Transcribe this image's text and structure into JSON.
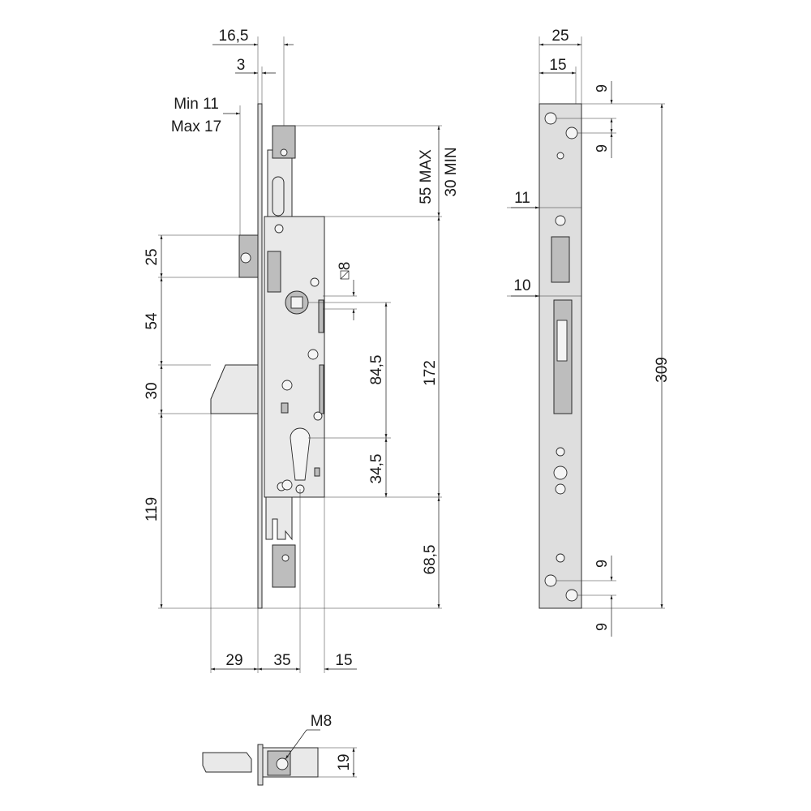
{
  "front_view": {
    "dims": {
      "top_width": "16,5",
      "face_thickness": "3",
      "backset_min": "Min 11",
      "backset_max": "Max 17",
      "bolt_stroke_max": "55 MAX",
      "bolt_stroke_min": "30 MIN",
      "deadbolt_height": "25",
      "deadbolt_to_latch": "54",
      "latch_height": "30",
      "latch_to_bottom": "119",
      "square_spindle": "8",
      "spindle_to_cylinder": "84,5",
      "body_height": "172",
      "cylinder_to_body_bottom": "34,5",
      "bottom_extension": "68,5",
      "latch_projection": "29",
      "backset": "35",
      "body_rear": "15"
    }
  },
  "side_view": {
    "dims": {
      "faceplate_width": "25",
      "inner_width": "15",
      "hole_offset_top_a": "9",
      "hole_offset_top_b": "9",
      "upper_slot": "11",
      "lower_slot": "10",
      "faceplate_length": "309",
      "hole_offset_bottom_a": "9",
      "hole_offset_bottom_b": "9"
    }
  },
  "bottom_view": {
    "dims": {
      "thread": "M8",
      "height": "19"
    }
  }
}
